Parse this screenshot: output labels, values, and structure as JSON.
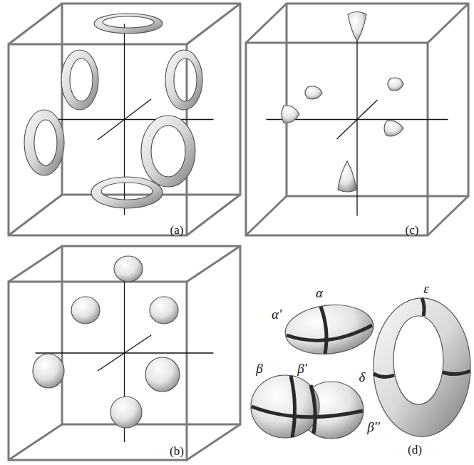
{
  "diagram": {
    "labels": [
      "(a)",
      "(c)",
      "α",
      "ε",
      "α'",
      "β",
      "β'",
      "δ",
      "β''",
      "(b)",
      "(d)"
    ]
  }
}
